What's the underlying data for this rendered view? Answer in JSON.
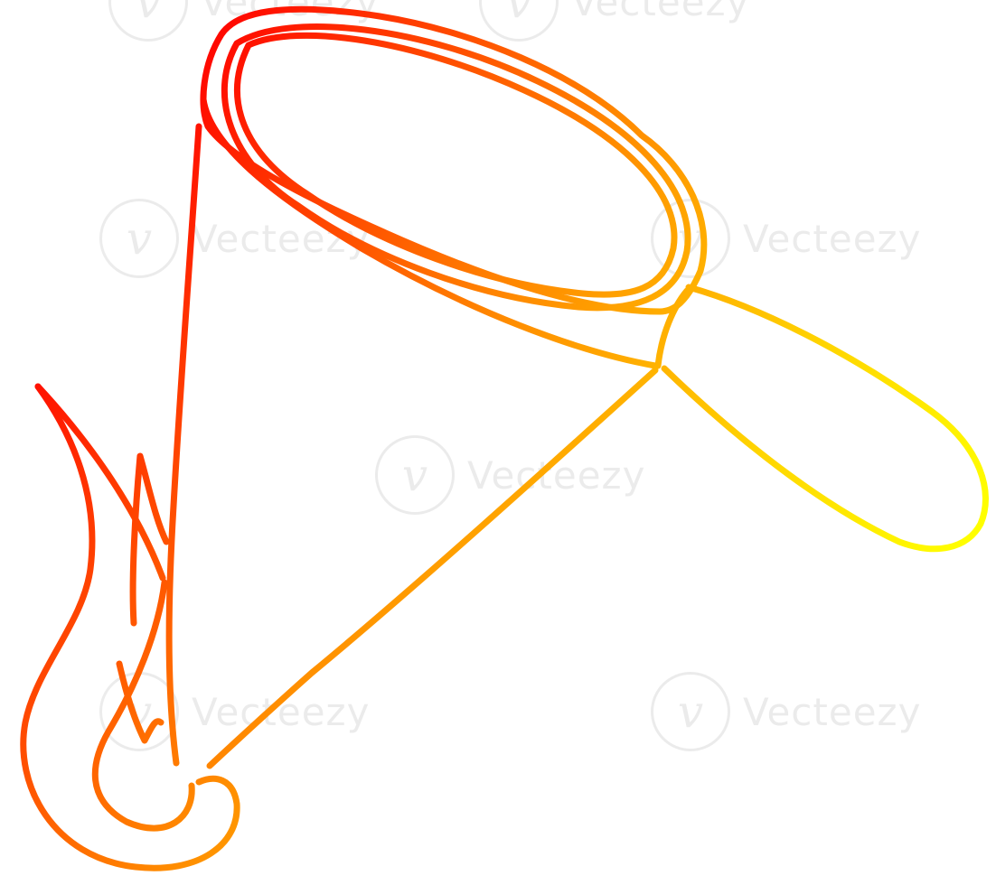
{
  "image": {
    "subject": "cartoon fire bucket",
    "line_gradient": [
      "#ff0000",
      "#ff8c00",
      "#ffd400",
      "#ffff00"
    ]
  },
  "watermark": {
    "brand": "Vecteezy",
    "logo_glyph": "v"
  }
}
